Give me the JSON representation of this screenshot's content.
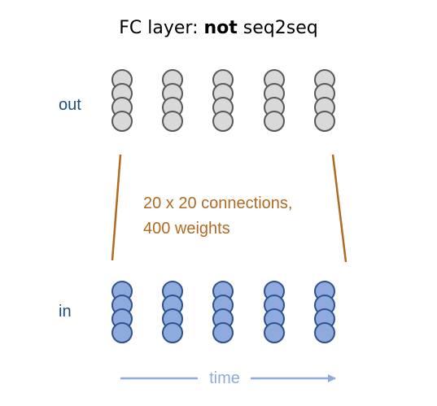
{
  "title": {
    "prefix": "FC layer: ",
    "bold": "not",
    "suffix": " seq2seq"
  },
  "labels": {
    "out": "out",
    "in": "in",
    "connections_line1": "20 x 20 connections,",
    "connections_line2": "400 weights",
    "time": "time"
  },
  "structure": {
    "columns": 5,
    "nodes_per_column": 4
  },
  "colors": {
    "out_node_fill": "#d9d9d9",
    "out_node_stroke": "#595959",
    "in_node_fill": "#8faadc",
    "in_node_stroke": "#2f528f",
    "side_label": "#1f4e79",
    "connections_text": "#b06a22",
    "connection_line": "#b06a22",
    "time_arrow": "#8faadc",
    "time_text": "#8faadc"
  }
}
